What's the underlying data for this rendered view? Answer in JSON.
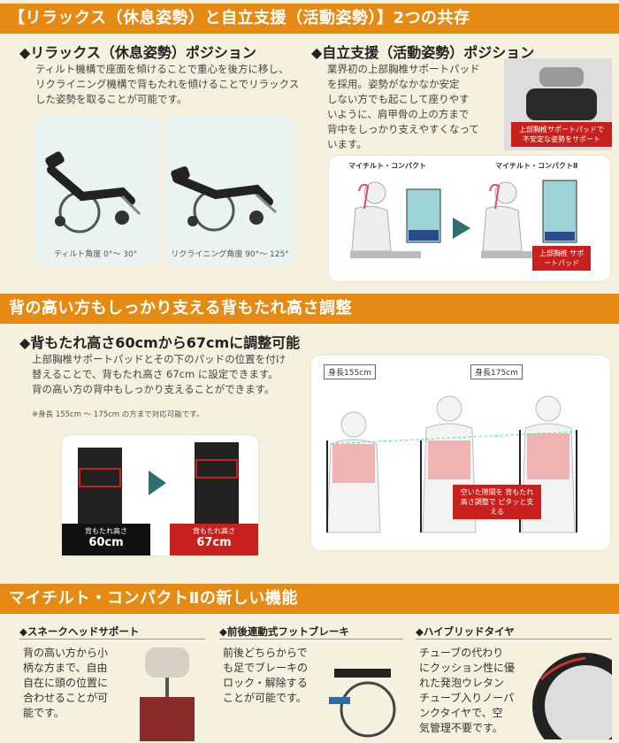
{
  "section1": {
    "banner": "【リラックス（休息姿勢）と自立支援（活動姿勢）】2つの共存",
    "left": {
      "heading": "◆リラックス（休息姿勢）ポジション",
      "text": "ティルト機構で座面を傾けることで重心を後方に移し、\nリクライニング機構で背もたれを傾けることでリラックス\nした姿勢を取ることが可能です。",
      "caption_tilt": "ティルト角度 0°〜 30°",
      "caption_recline": "リクライニング角度 90°〜 125°"
    },
    "right": {
      "heading": "◆自立支援（活動姿勢）ポジション",
      "text": "業界初の上部胸椎サポートパッド\nを採用。姿勢がなかなか安定\nしない方でも起こして座りやす\nいように、肩甲骨の上の方まで\n背中をしっかり支えやすくなって\nいます。",
      "photo_label": "上部胸椎サポートパッドで\n不安定な姿勢をサポート",
      "compare_left": "マイチルト・コンパクト",
      "compare_right": "マイチルト・コンパクトⅡ",
      "pad_label": "上部胸椎\nサポートパッド"
    }
  },
  "section2": {
    "banner": "背の高い方もしっかり支える背もたれ高さ調整",
    "heading": "◆背もたれ高さ60cmから67cmに調整可能",
    "text": "上部胸椎サポートパッドとその下のパッドの位置を付け\n替えることで、背もたれ高さ 67cm に設定できます。\n背の高い方の背中もしっかり支えることができます。",
    "note": "※身長 155cm 〜 175cm の方まで対応可能です。",
    "before_label": "背もたれ高さ",
    "before_value": "60cm",
    "after_label": "背もたれ高さ",
    "after_value": "67cm",
    "height_a": "身長155cm",
    "height_b": "身長175cm",
    "gap_note": "空いた隙間を\n背もたれ高さ調整で\nピタッと支える"
  },
  "section3": {
    "banner": "マイチルト・コンパクトⅡの新しい機能",
    "features": [
      {
        "title": "◆スネークヘッドサポート",
        "text": "背の高い方から小\n柄な方まで、自由\n自在に頭の位置に\n合わせることが可\n能です。"
      },
      {
        "title": "◆前後連動式フットブレーキ",
        "text": "前後どちらからで\nも足でブレーキの\nロック・解除する\nことが可能です。"
      },
      {
        "title": "◆ハイブリッドタイヤ",
        "text": "チューブの代わり\nにクッション性に優\nれた発泡ウレタン\nチューブ入りノーパ\nンクタイヤで、空\n気管理不要です。"
      }
    ]
  },
  "colors": {
    "accent": "#e58a12",
    "red": "#c8201c",
    "teal": "#2f6f6f"
  }
}
